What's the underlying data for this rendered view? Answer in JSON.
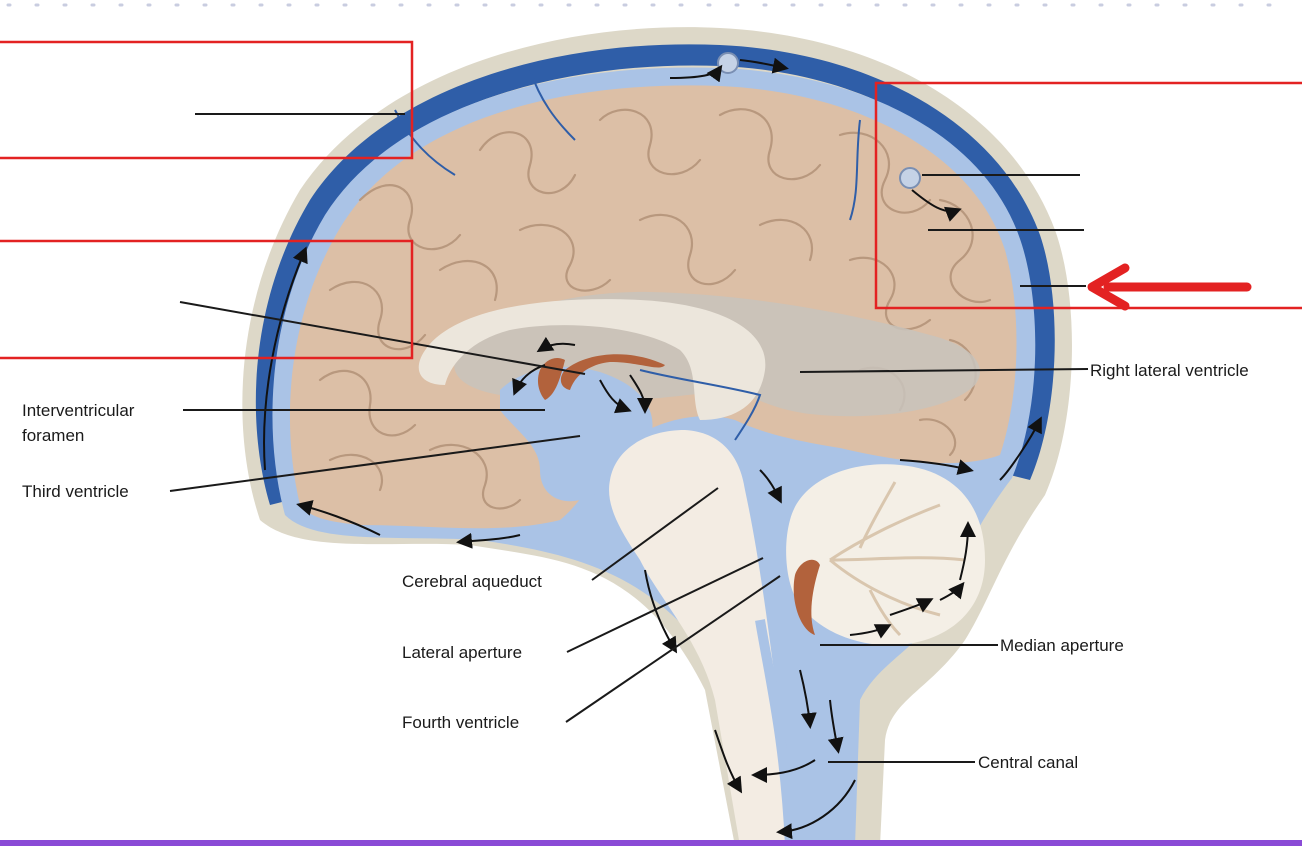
{
  "diagram": {
    "labels": {
      "interventricular": [
        "Interventricular",
        "foramen"
      ],
      "third_ventricle": "Third ventricle",
      "cerebral_aqueduct": "Cerebral aqueduct",
      "lateral_aperture": "Lateral aperture",
      "fourth_ventricle": "Fourth ventricle",
      "right_lateral_ventricle": "Right lateral ventricle",
      "median_aperture": "Median aperture",
      "central_canal": "Central canal"
    },
    "blank_label_boxes": 3,
    "colors": {
      "highlight_box": "#e32222",
      "pointer_arrow": "#e32222",
      "brain_tissue": "#dcbfa6",
      "csf_space": "#aac3e6",
      "venous_sinus": "#2f5ea8",
      "skull_border": "#ddd8c8",
      "choroid_plexus": "#b2623c",
      "bottom_bar": "#8a4bd6"
    }
  }
}
